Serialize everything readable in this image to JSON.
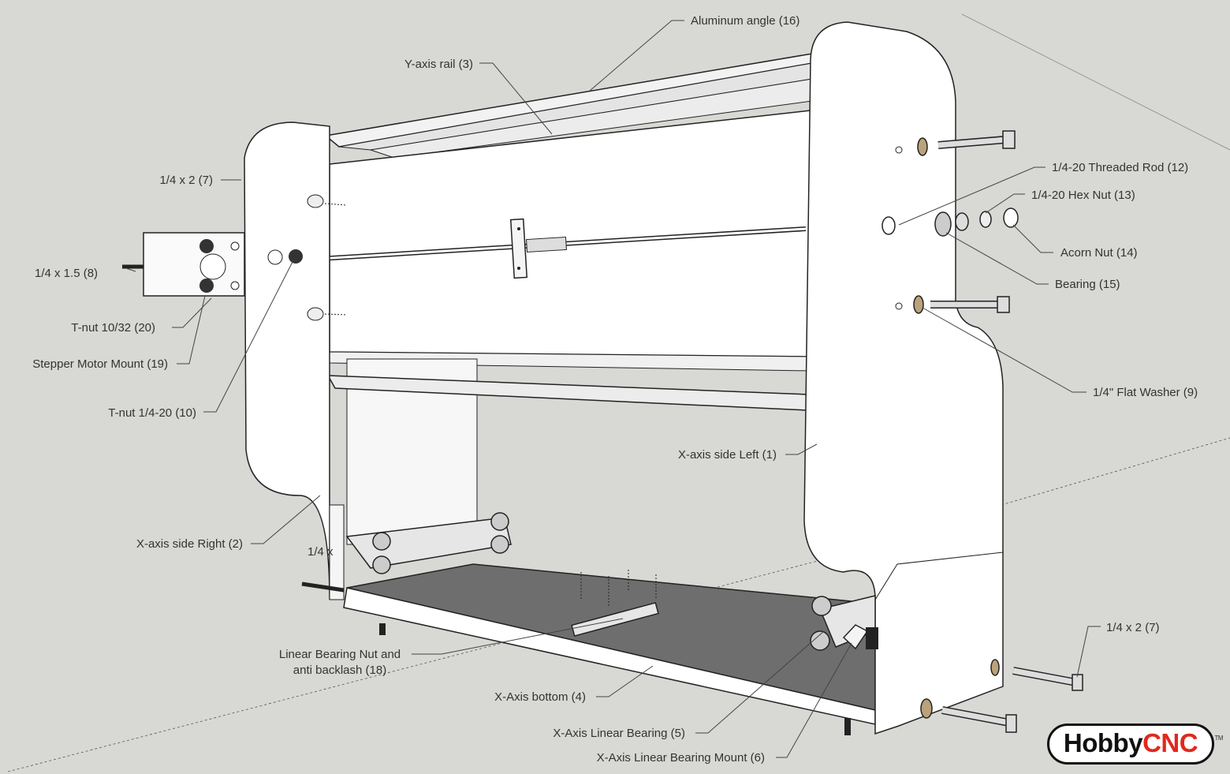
{
  "brand": {
    "part1": "Hobby",
    "part2": "CNC",
    "trademark": "TM",
    "accent_color": "#e0281e"
  },
  "labels": {
    "aluminum_angle": "Aluminum angle (16)",
    "y_axis_rail": "Y-axis rail (3)",
    "bolt_quarter_x2_top": "1/4 x 2 (7)",
    "bolt_quarter_x1_5": "1/4 x 1.5 (8)",
    "t_nut_10_32": "T-nut 10/32 (20)",
    "stepper_motor_mount": "Stepper Motor Mount (19)",
    "t_nut_quarter_20": "T-nut 1/4-20 (10)",
    "threaded_rod": "1/4-20 Threaded Rod (12)",
    "hex_nut": "1/4-20 Hex Nut (13)",
    "acorn_nut": "Acorn Nut (14)",
    "bearing": "Bearing (15)",
    "flat_washer": "1/4\" Flat Washer (9)",
    "x_axis_side_left": "X-axis side Left (1)",
    "x_axis_side_right": "X-axis side Right (2)",
    "partial_label": "1/4 x",
    "linear_bearing_nut_line1": "Linear Bearing Nut and",
    "linear_bearing_nut_line2": "anti backlash (18)",
    "x_axis_bottom": "X-Axis bottom (4)",
    "bolt_quarter_x2_bottom": "1/4 x 2 (7)",
    "x_axis_linear_bearing": "X-Axis Linear Bearing (5)",
    "x_axis_linear_bearing_mount": "X-Axis Linear Bearing Mount (6)"
  }
}
